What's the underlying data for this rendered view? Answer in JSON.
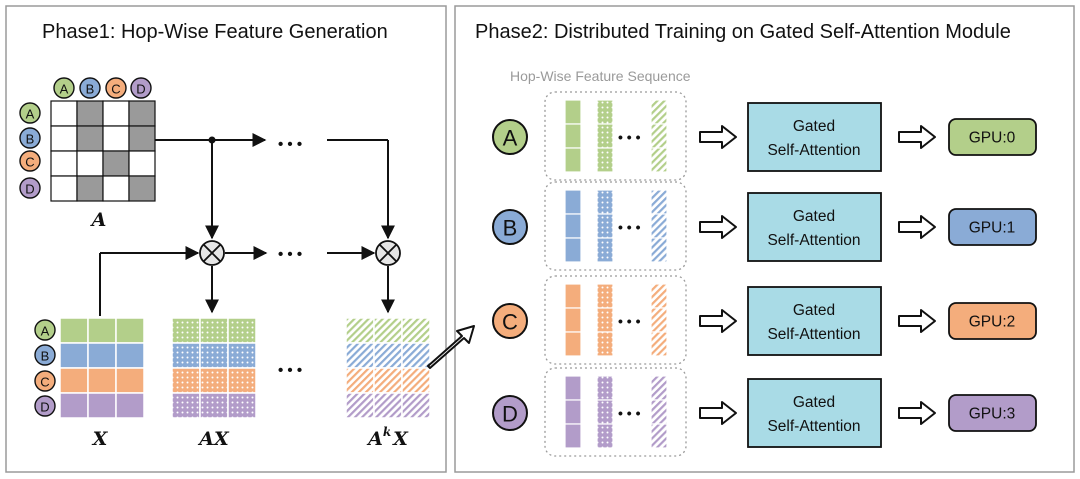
{
  "phase1": {
    "title": "Phase1: Hop-Wise Feature Generation",
    "matrix_label": "A",
    "feature_labels": [
      {
        "base": "X",
        "sup": ""
      },
      {
        "base": "AX",
        "sup": ""
      },
      {
        "base": "A",
        "sup": "k",
        "tail": "X"
      }
    ],
    "adjacency": [
      [
        0,
        1,
        0,
        1
      ],
      [
        0,
        1,
        0,
        1
      ],
      [
        0,
        0,
        1,
        0
      ],
      [
        0,
        1,
        0,
        1
      ]
    ]
  },
  "phase2": {
    "title": "Phase2: Distributed Training on Gated Self-Attention Module",
    "sequence_label": "Hop-Wise Feature Sequence",
    "module_line1": "Gated",
    "module_line2": "Self-Attention",
    "rows": [
      {
        "node": "A",
        "gpu": "GPU:0"
      },
      {
        "node": "B",
        "gpu": "GPU:1"
      },
      {
        "node": "C",
        "gpu": "GPU:2"
      },
      {
        "node": "D",
        "gpu": "GPU:3"
      }
    ]
  },
  "nodes": [
    "A",
    "B",
    "C",
    "D"
  ],
  "colors": {
    "A": "#b3cf8a",
    "B": "#8aabd6",
    "C": "#f4ad7c",
    "D": "#b29cc9",
    "module_fill": "#a9dbe6",
    "matrix_dark": "#9a9a9a",
    "border": "#9a9a9a"
  },
  "ellipsis": "• • •"
}
